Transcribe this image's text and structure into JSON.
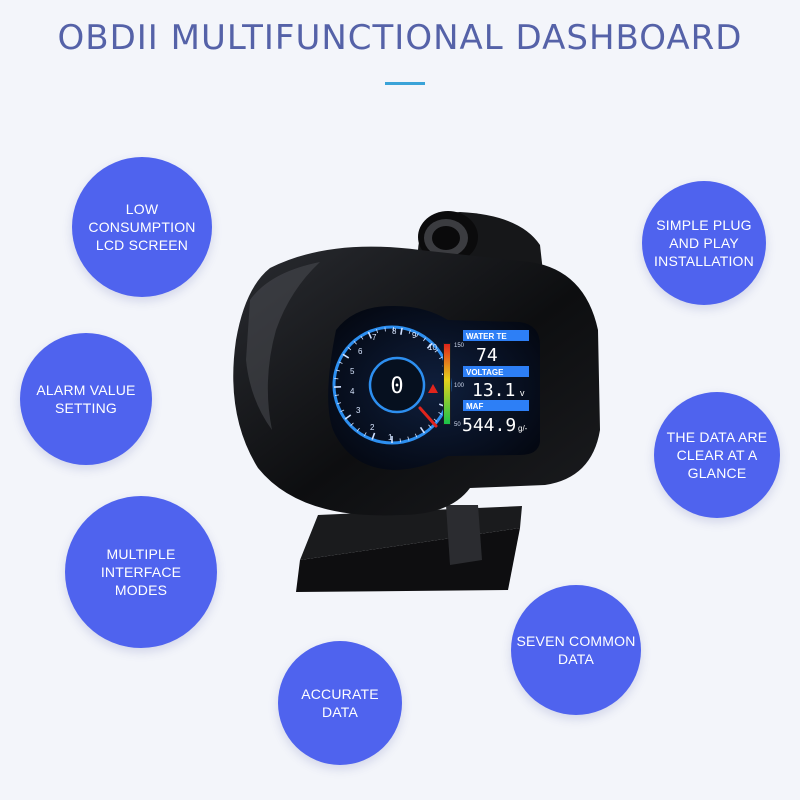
{
  "header": {
    "title": "OBDII MULTIFUNCTIONAL DASHBOARD"
  },
  "colors": {
    "title": "#5562a8",
    "rule": "#3aa3d8",
    "bubble": "#4f63ee",
    "background": "#f3f5fa",
    "lcd_ring": "#2d8ff0",
    "lcd_label_bar": "#2d7ff6"
  },
  "features": [
    {
      "id": "low-consumption",
      "text": "LOW CONSUMPTION\nLCD SCREEN"
    },
    {
      "id": "simple-plug",
      "text": "SIMPLE PLUG\nAND PLAY\nINSTALLATION"
    },
    {
      "id": "alarm-value",
      "text": "ALARM VALUE\nSETTING"
    },
    {
      "id": "data-clear",
      "text": "THE DATA ARE\nCLEAR AT A\nGLANCE"
    },
    {
      "id": "multiple-interface",
      "text": "MULTIPLE INTERFACE\nMODES"
    },
    {
      "id": "seven-common",
      "text": "SEVEN COMMON\nDATA"
    },
    {
      "id": "accurate-data",
      "text": "ACCURATE DATA"
    }
  ],
  "gauge": {
    "speed": "0",
    "dial_ticks": [
      "1",
      "2",
      "3",
      "4",
      "5",
      "6",
      "7",
      "8",
      "9",
      "10"
    ],
    "bar_scale": [
      "150",
      "100",
      "50"
    ],
    "readouts": [
      {
        "label": "WATER TE",
        "value": "74",
        "unit": ""
      },
      {
        "label": "VOLTAGE",
        "value": "13.1",
        "unit": "v"
      },
      {
        "label": "MAF",
        "value": "544.9",
        "unit": "g/-"
      }
    ]
  }
}
